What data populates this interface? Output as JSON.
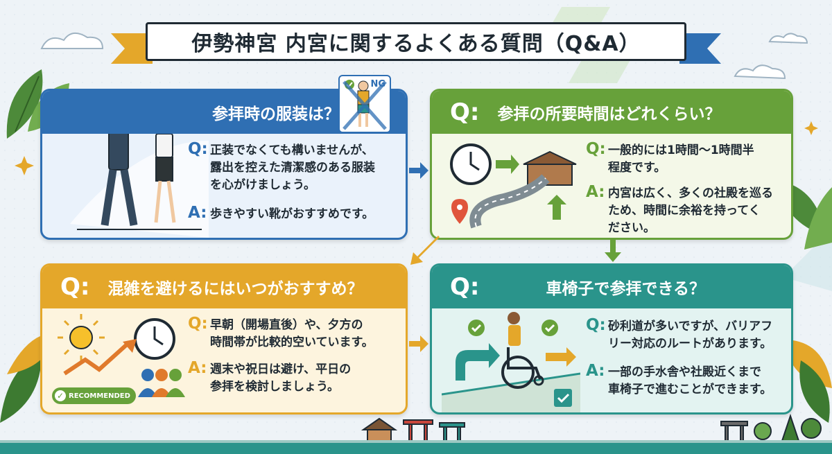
{
  "title": "伊勢神宮 内宮に関するよくある質問（Q&A）",
  "cards": [
    {
      "heading": "参拝時の服装は？",
      "ng_badge": "NG",
      "q_label": "Q:",
      "q_text": [
        "正装でなくても構いませんが、",
        "露出を控えた清潔感のある服装",
        "を心がけましょう。"
      ],
      "a_label": "A:",
      "a_text": [
        "歩きやすい靴がおすすめです。"
      ]
    },
    {
      "head_badge": "Q:",
      "heading": "参拝の所要時間はどれくらい？",
      "q_label": "Q:",
      "q_text": [
        "一般的には1時間～1時間半",
        "程度です。"
      ],
      "a_label": "A:",
      "a_text": [
        "内宮は広く、多くの社殿を巡る",
        "ため、時間に余裕を持ってく",
        "ださい。"
      ]
    },
    {
      "head_badge": "Q:",
      "heading": "混雑を避けるにはいつがおすすめ？",
      "badge_recommended": "RECOMMENDED",
      "q_label": "Q:",
      "q_text": [
        "早朝（開場直後）や、夕方の",
        "時間帯が比較的空いています。"
      ],
      "a_label": "A:",
      "a_text": [
        "週末や祝日は避け、平日の",
        "参拝を検討しましょう。"
      ]
    },
    {
      "head_badge": "Q:",
      "heading": "車椅子で参拝できる？",
      "q_label": "Q:",
      "q_text": [
        "砂利道が多いですが、バリアフ",
        "リー対応のルートがあります。"
      ],
      "a_label": "A:",
      "a_text": [
        "一部の手水舎や社殿近くまで",
        "車椅子で進むことができます。"
      ]
    }
  ],
  "colors": {
    "blue": "#2f6fb3",
    "green": "#67a13a",
    "yellow": "#e4a72a",
    "teal": "#2a948b",
    "dark": "#1f2a33"
  }
}
